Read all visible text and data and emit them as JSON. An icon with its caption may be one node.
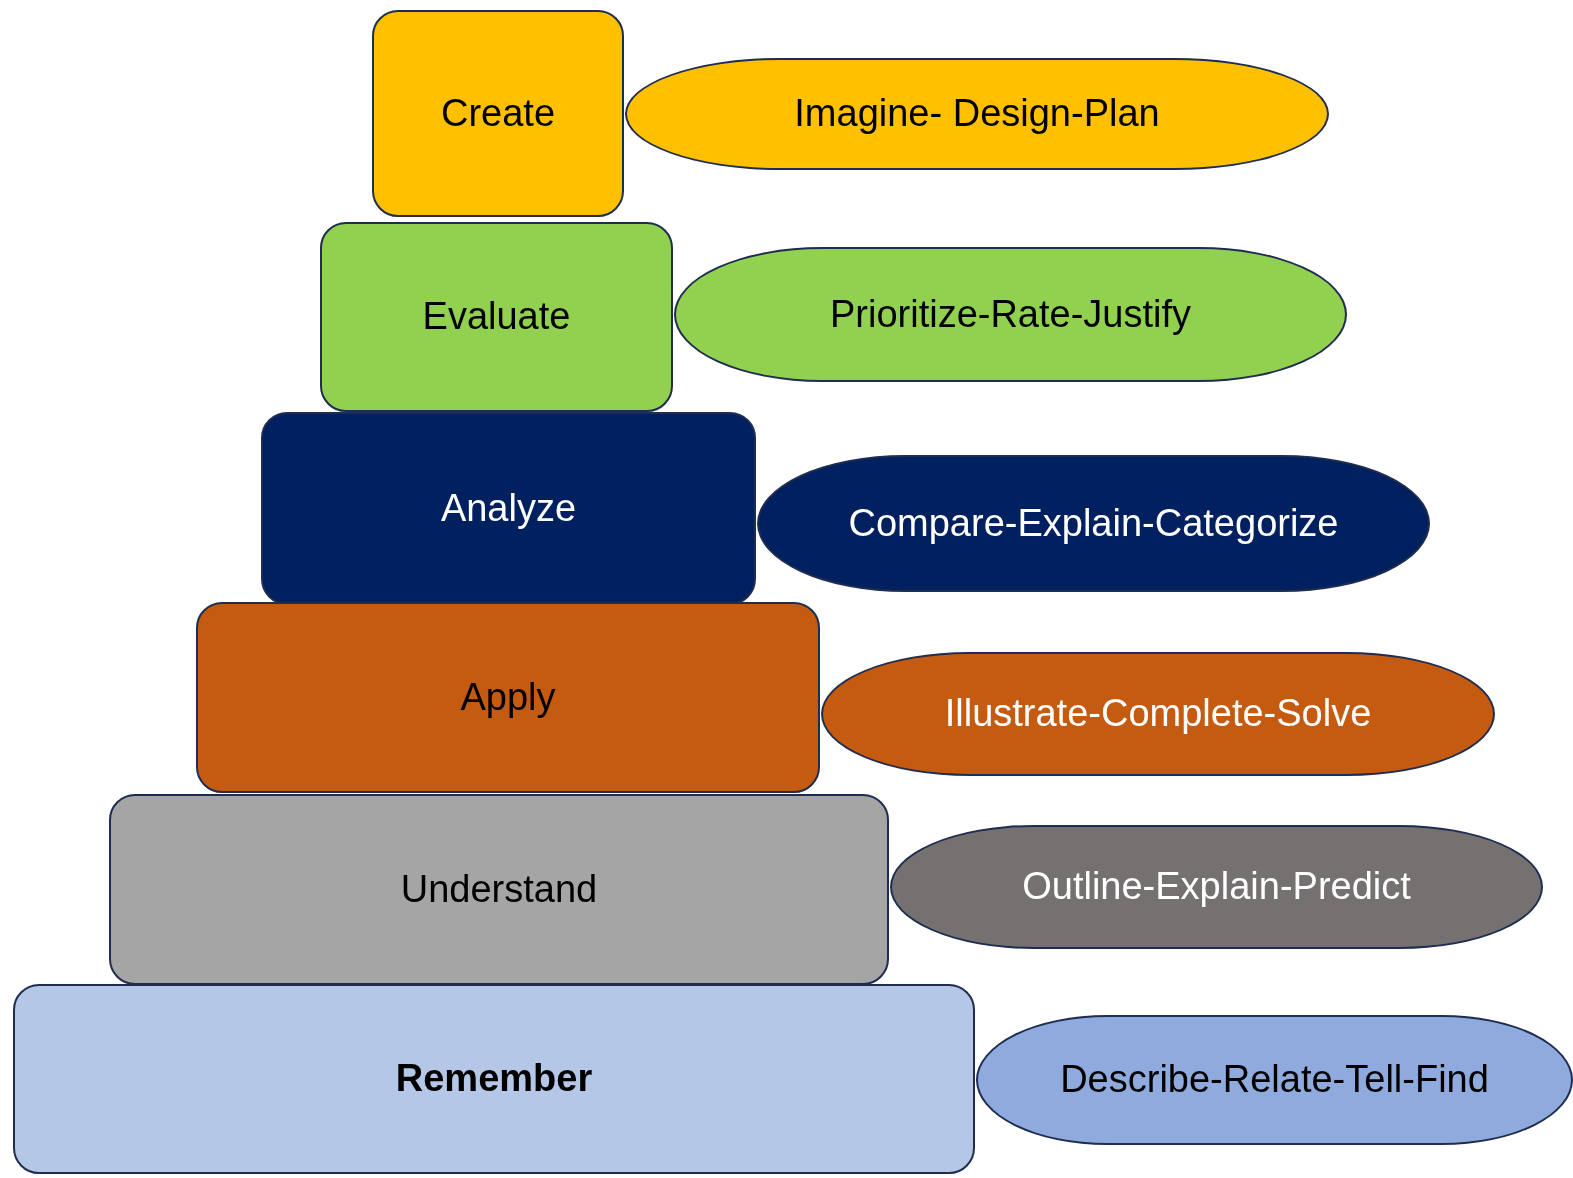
{
  "diagram": {
    "nodes": [
      {
        "text": [
          "Create"
        ]
      },
      {
        "text": [
          "Imagine- Design-Plan"
        ]
      },
      {
        "text": [
          "Evaluate"
        ]
      },
      {
        "text": [
          "Prioritize-Rate-Justify"
        ]
      },
      {
        "text": [
          "Analyze"
        ]
      },
      {
        "text": [
          "Compare-Explain-Categorize"
        ]
      },
      {
        "text": [
          "Apply"
        ]
      },
      {
        "text": [
          "Illustrate-Complete-Solve"
        ]
      },
      {
        "text": [
          "Understand"
        ]
      },
      {
        "text": [
          "Outline-Explain-Predict"
        ]
      },
      {
        "text": [
          "Remember"
        ]
      },
      {
        "text": [
          "Describe-Relate-Tell-Find"
        ]
      }
    ]
  }
}
